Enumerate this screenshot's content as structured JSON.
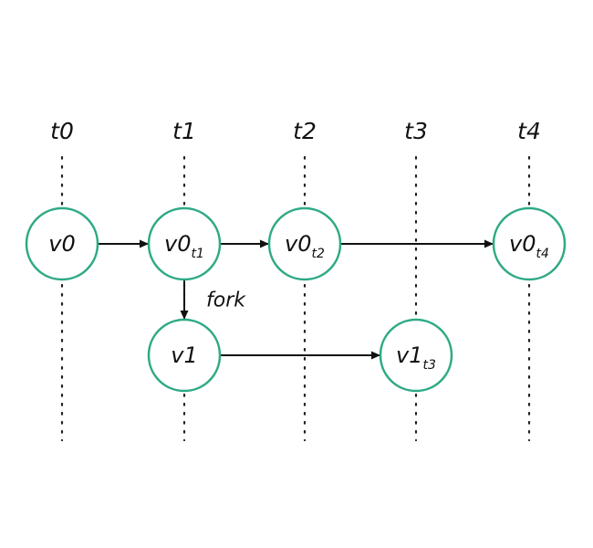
{
  "colors": {
    "node_stroke": "#2eaa86",
    "line": "#111111"
  },
  "timelines": [
    {
      "id": "t0",
      "label": "t0"
    },
    {
      "id": "t1",
      "label": "t1"
    },
    {
      "id": "t2",
      "label": "t2"
    },
    {
      "id": "t3",
      "label": "t3"
    },
    {
      "id": "t4",
      "label": "t4"
    }
  ],
  "nodes": [
    {
      "id": "v0",
      "label": "v0",
      "sub": ""
    },
    {
      "id": "v0_t1",
      "label": "v0",
      "sub": "t1"
    },
    {
      "id": "v0_t2",
      "label": "v0",
      "sub": "t2"
    },
    {
      "id": "v0_t4",
      "label": "v0",
      "sub": "t4"
    },
    {
      "id": "v1",
      "label": "v1",
      "sub": ""
    },
    {
      "id": "v1_t3",
      "label": "v1",
      "sub": "t3"
    }
  ],
  "edges": [
    {
      "from": "v0",
      "to": "v0_t1",
      "label": ""
    },
    {
      "from": "v0_t1",
      "to": "v0_t2",
      "label": ""
    },
    {
      "from": "v0_t2",
      "to": "v0_t4",
      "label": ""
    },
    {
      "from": "v0_t1",
      "to": "v1",
      "label": "fork"
    },
    {
      "from": "v1",
      "to": "v1_t3",
      "label": ""
    }
  ]
}
